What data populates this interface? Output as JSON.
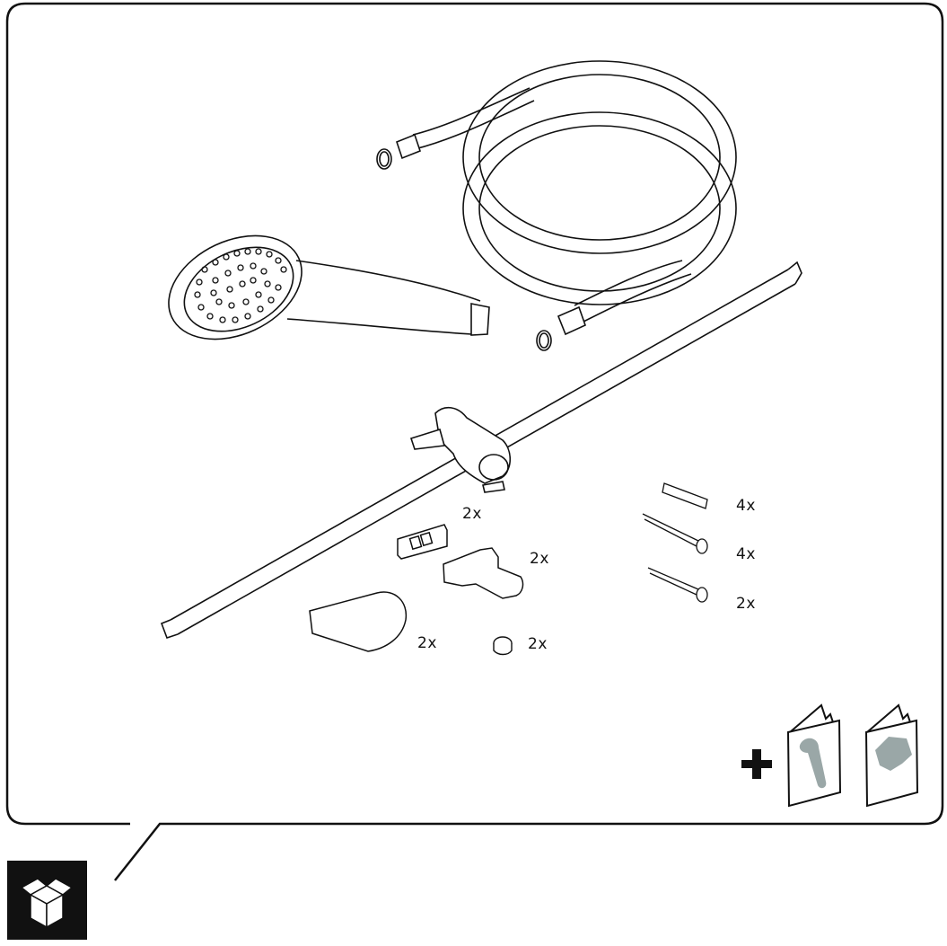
{
  "diagram": {
    "title": "Package contents",
    "frame": {
      "stroke": "#111111",
      "accent_gray": "#9aa7a7"
    },
    "parts": [
      {
        "id": "hand-shower",
        "name": "Hand shower",
        "quantity": ""
      },
      {
        "id": "shower-hose",
        "name": "Shower hose",
        "quantity": ""
      },
      {
        "id": "washers",
        "name": "Sealing washers",
        "quantity": ""
      },
      {
        "id": "slide-rail",
        "name": "Slide rail with holder",
        "quantity": ""
      },
      {
        "id": "wall-bracket-plate",
        "name": "Wall bracket plate",
        "quantity": "2x"
      },
      {
        "id": "rail-bracket",
        "name": "Rail bracket",
        "quantity": "2x"
      },
      {
        "id": "bracket-cover",
        "name": "Bracket cover",
        "quantity": "2x"
      },
      {
        "id": "cap",
        "name": "Cover cap",
        "quantity": "2x"
      },
      {
        "id": "wall-plug",
        "name": "Wall plug",
        "quantity": "4x"
      },
      {
        "id": "long-screw",
        "name": "Long screw",
        "quantity": "4x"
      },
      {
        "id": "short-screw",
        "name": "Short screw",
        "quantity": "2x"
      }
    ],
    "extras": {
      "plus_symbol": "+",
      "manuals": [
        {
          "id": "installation-manual",
          "icon": "wrench-icon"
        },
        {
          "id": "care-manual",
          "icon": "cleaning-hand-icon"
        }
      ]
    },
    "footer_icon": "open-box-icon"
  }
}
